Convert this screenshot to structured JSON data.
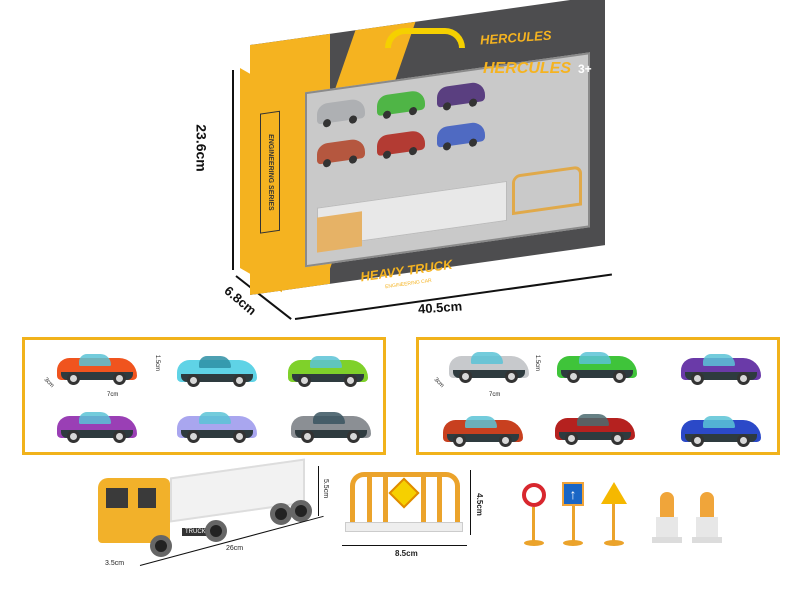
{
  "product": {
    "brand": "HERCULES",
    "series_label": "ENGINEERING SERIES",
    "age_rating": "3+",
    "headline": "HEAVY TRUCK",
    "subline": "ENGINEERING CAR"
  },
  "box_dimensions": {
    "height": "23.6cm",
    "depth": "6.8cm",
    "width": "40.5cm"
  },
  "car_panel_left": {
    "dims": {
      "length": "7cm",
      "width": "3cm",
      "height": "1.5cm"
    },
    "cars": [
      {
        "color": "#f0541e",
        "name": "orange-car"
      },
      {
        "color": "#5fd3e6",
        "name": "cyan-car"
      },
      {
        "color": "#7fd12a",
        "name": "green-car"
      },
      {
        "color": "#9a3fb5",
        "name": "purple-car"
      },
      {
        "color": "#a9a6ef",
        "name": "lavender-car"
      },
      {
        "color": "#8b8f94",
        "name": "grey-car"
      }
    ]
  },
  "car_panel_right": {
    "dims": {
      "length": "7cm",
      "width": "3cm",
      "height": "1.5cm"
    },
    "cars": [
      {
        "color": "#c7c9cc",
        "name": "silver-car"
      },
      {
        "color": "#3fc43a",
        "name": "green-car"
      },
      {
        "color": "#6a3aa8",
        "name": "violet-car"
      },
      {
        "color": "#c8401f",
        "name": "red-orange-car"
      },
      {
        "color": "#b5211f",
        "name": "red-car"
      },
      {
        "color": "#2b49c8",
        "name": "blue-car"
      }
    ]
  },
  "truck": {
    "length": "26cm",
    "width": "3.5cm",
    "height": "5.5cm",
    "label": "TRUCK"
  },
  "fence": {
    "width": "8.5cm",
    "height": "4.5cm"
  },
  "signs": [
    {
      "name": "no-horn-sign"
    },
    {
      "name": "straight-ahead-sign"
    },
    {
      "name": "warning-triangle-sign"
    }
  ],
  "cones": [
    {
      "name": "traffic-cone"
    },
    {
      "name": "traffic-cone"
    }
  ],
  "colors": {
    "accent_yellow": "#f1b21b",
    "box_grey": "#4d4d4f"
  }
}
